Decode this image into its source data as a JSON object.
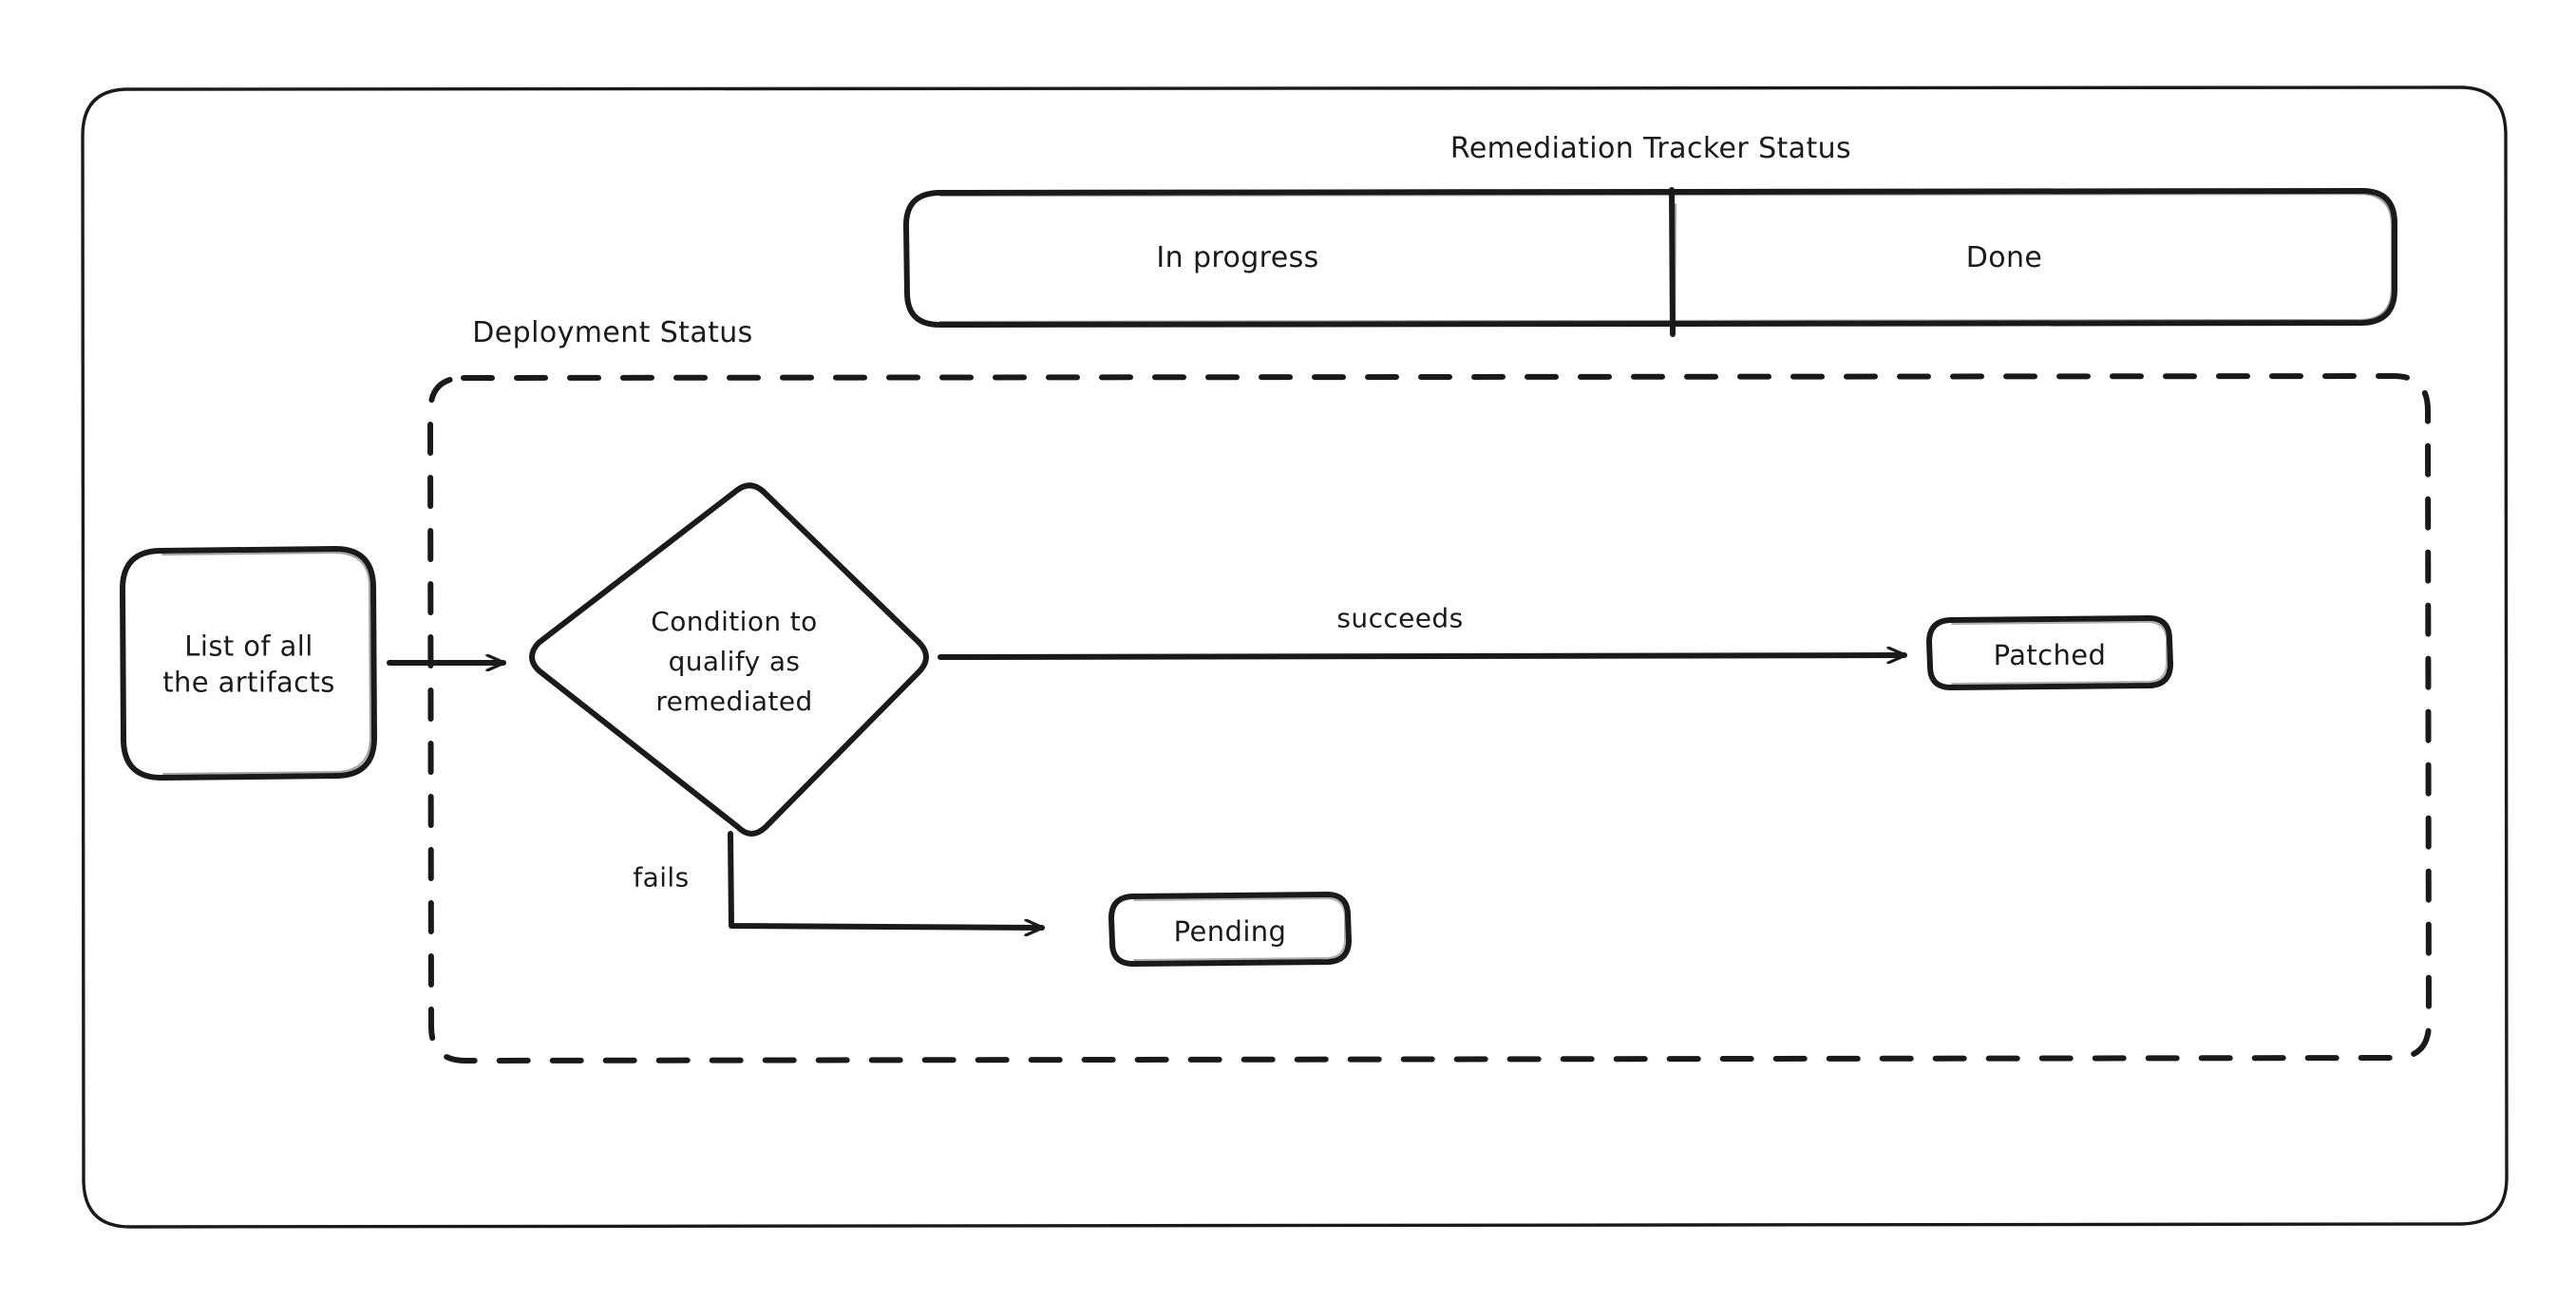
{
  "diagram": {
    "kind": "flowchart",
    "outer_frame": {
      "name": "diagram-frame"
    },
    "tracker": {
      "title": "Remediation Tracker Status",
      "lanes": [
        {
          "id": "in-progress",
          "label": "In progress"
        },
        {
          "id": "done",
          "label": "Done"
        }
      ]
    },
    "group": {
      "id": "deployment-status",
      "label": "Deployment Status",
      "border_style": "dashed"
    },
    "nodes": [
      {
        "id": "artifacts",
        "label": "List of all\nthe artifacts",
        "shape": "rounded-rect"
      },
      {
        "id": "condition",
        "label": "Condition to\nqualify as\nremediated",
        "shape": "diamond"
      },
      {
        "id": "patched",
        "label": "Patched",
        "shape": "rounded-rect"
      },
      {
        "id": "pending",
        "label": "Pending",
        "shape": "rounded-rect"
      }
    ],
    "edges": [
      {
        "id": "artifacts-to-condition",
        "from": "artifacts",
        "to": "condition",
        "label": ""
      },
      {
        "id": "condition-to-patched",
        "from": "condition",
        "to": "patched",
        "label": "succeeds"
      },
      {
        "id": "condition-to-pending",
        "from": "condition",
        "to": "pending",
        "label": "fails"
      }
    ],
    "colors": {
      "stroke": "#1a1a1a",
      "background": "#ffffff",
      "text": "#1a1a1a"
    }
  }
}
